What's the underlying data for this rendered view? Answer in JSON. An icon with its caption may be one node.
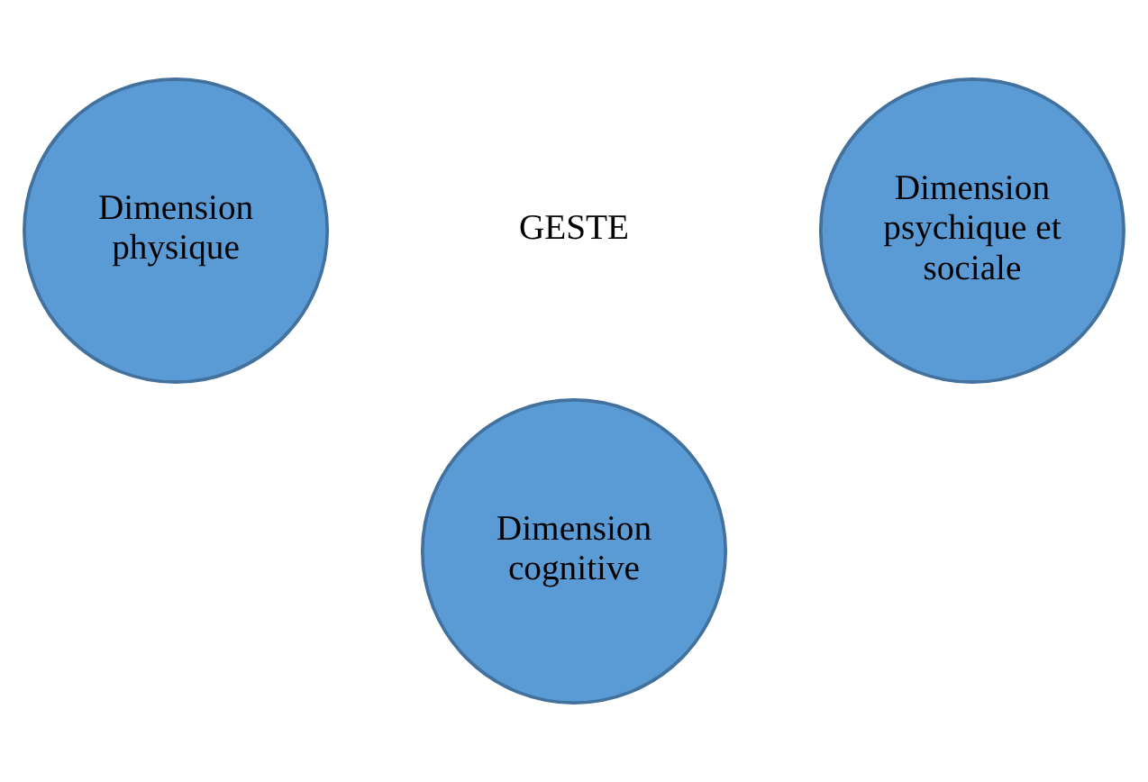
{
  "diagram": {
    "nodes": [
      {
        "text": [
          "Dimension physique"
        ]
      },
      {
        "text": [
          "Dimension psychique et sociale"
        ]
      },
      {
        "text": [
          "Dimension cognitive"
        ]
      }
    ],
    "labels": [
      "GESTE"
    ]
  }
}
